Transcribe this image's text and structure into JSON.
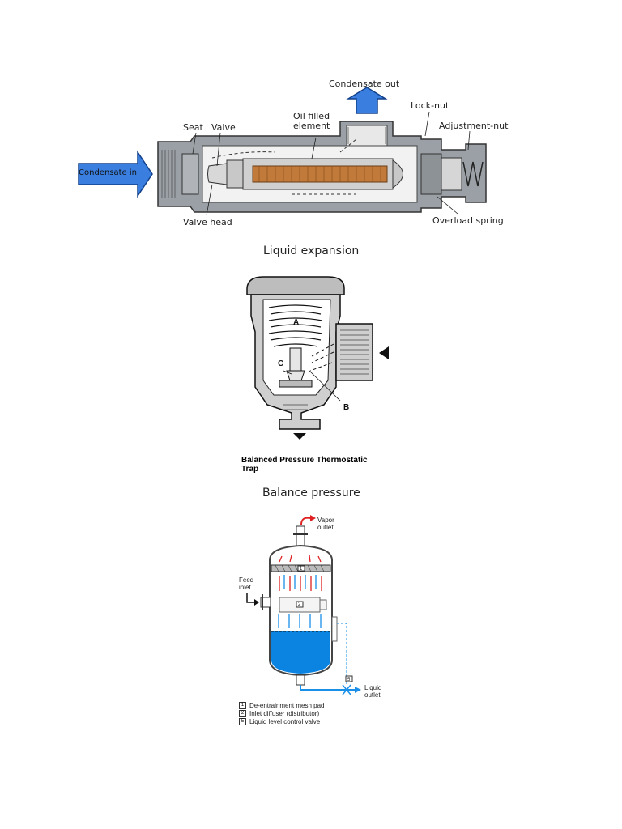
{
  "figure1": {
    "caption": "Liquid expansion",
    "labels": {
      "condensate_out": "Condensate out",
      "lock_nut": "Lock-nut",
      "seat": "Seat",
      "valve": "Valve",
      "oil_filled_element": "Oil filled element",
      "adjustment_nut": "Adjustment-nut",
      "condensate_in": "Condensate in",
      "valve_head": "Valve head",
      "overload_spring": "Overload spring"
    }
  },
  "figure2": {
    "caption": "Balance pressure",
    "title": "Balanced Pressure Thermostatic Trap",
    "letters": {
      "a": "A",
      "b": "B",
      "c": "C"
    }
  },
  "figure3": {
    "labels": {
      "vapor_outlet": "Vapor outlet",
      "feed_inlet": "Feed inlet",
      "liquid_outlet": "Liquid outlet",
      "n1": "1",
      "n2": "2",
      "n5": "5"
    },
    "legend": [
      {
        "num": "1",
        "text": "De-entrainment mesh pad"
      },
      {
        "num": "2",
        "text": "Inlet diffuser (distributor)"
      },
      {
        "num": "5",
        "text": "Liquid level control valve"
      }
    ],
    "colors": {
      "liquid": "#0a84e0",
      "vapor_arrow": "#e02020",
      "liquid_arrow": "#1a8fe8"
    }
  }
}
